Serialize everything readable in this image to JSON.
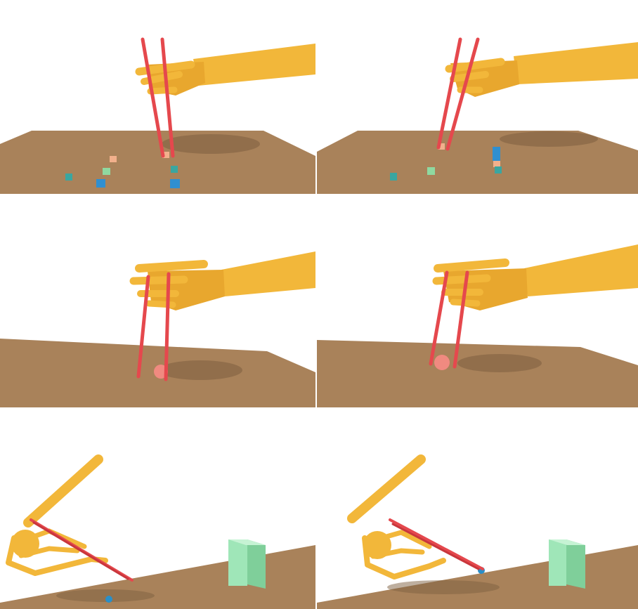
{
  "colors": {
    "background": "#ffffff",
    "table": "#a9825a",
    "table_edge": "#8c6a47",
    "hand": "#f2b73a",
    "hand_shade": "#d99a24",
    "chopstick": "#e5484d",
    "cube_blue": "#2f8fd0",
    "cube_teal": "#3aa6a0",
    "cube_green": "#8fd9a0",
    "cube_peach": "#f2b08c",
    "ball_pink": "#f08a80",
    "ball_blue": "#2a8fc8",
    "box_green": "#9fe6b8"
  },
  "panels": [
    {
      "scene": "chopsticks-cube-pick"
    },
    {
      "scene": "chopsticks-cube-stack"
    },
    {
      "scene": "chopsticks-ball-pick"
    },
    {
      "scene": "chopsticks-ball-lift"
    },
    {
      "scene": "chopsticks-small-ball-push"
    },
    {
      "scene": "chopsticks-small-ball-push-late"
    }
  ]
}
